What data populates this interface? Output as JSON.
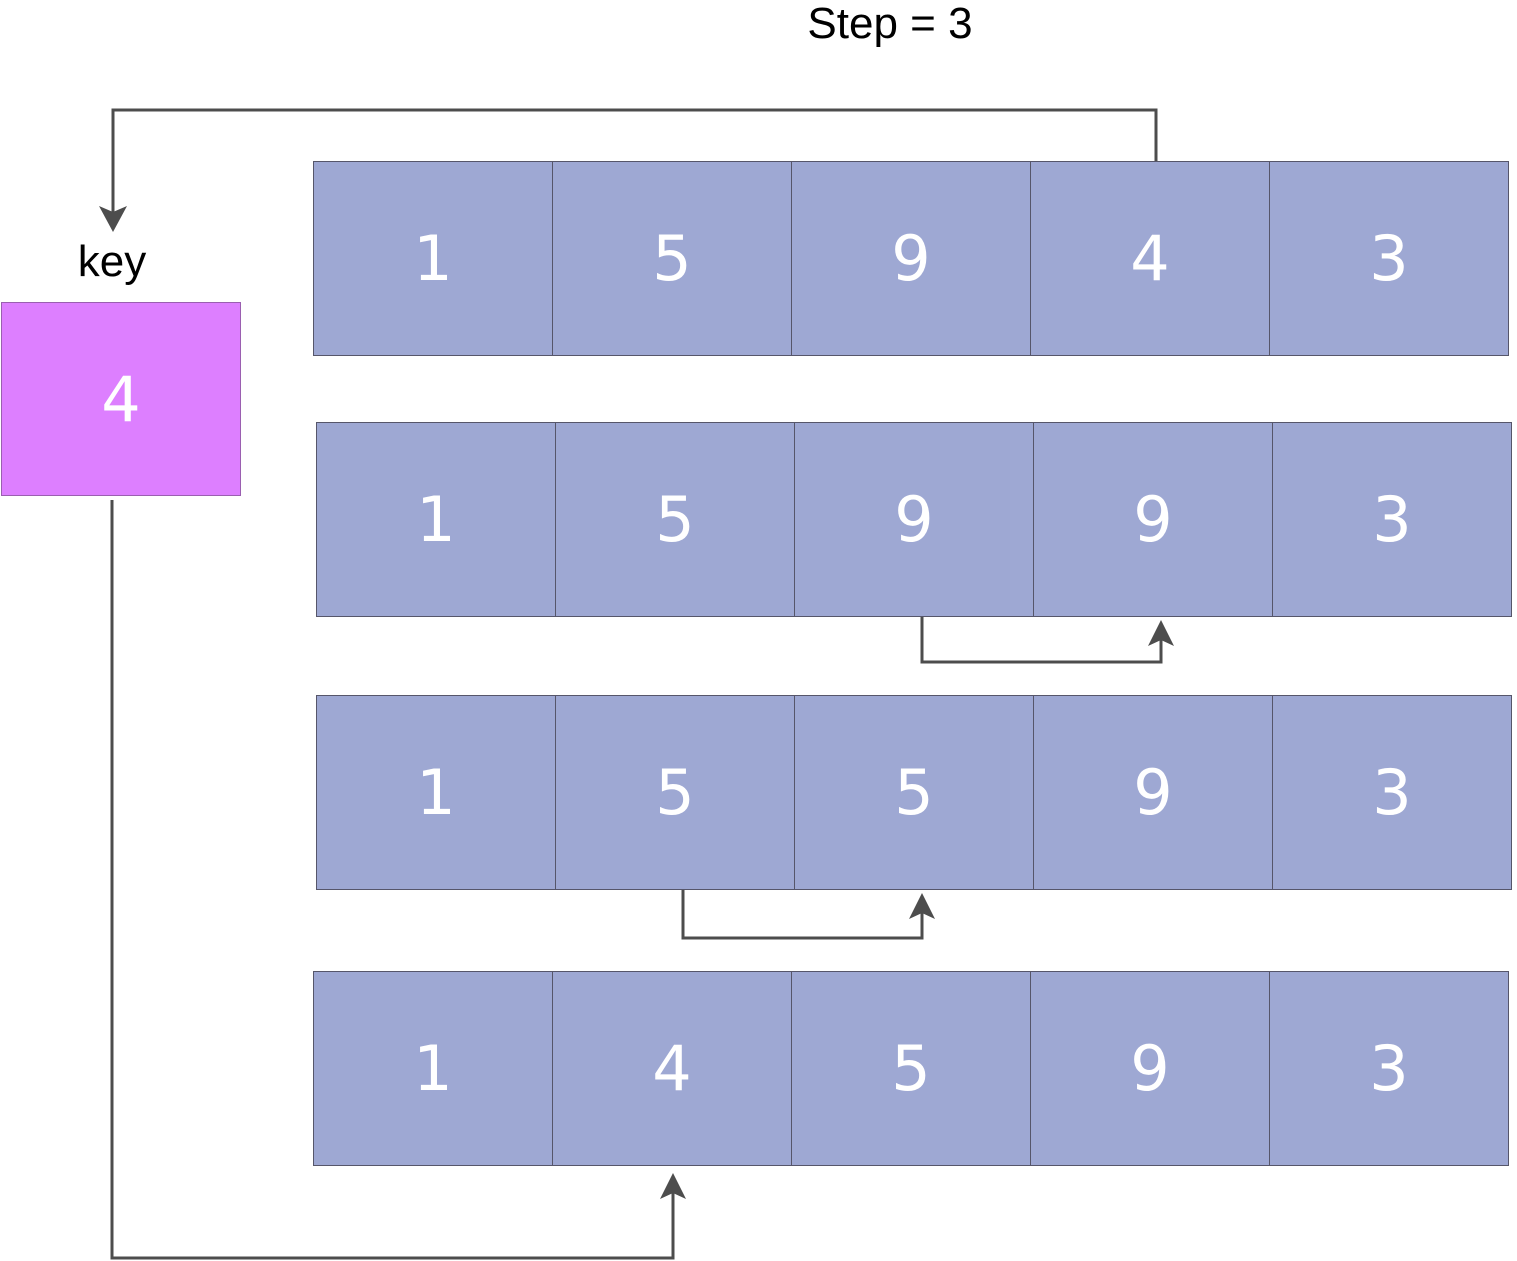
{
  "title": "Step = 3",
  "key": {
    "label": "key",
    "value": "4"
  },
  "rows": [
    {
      "cells": [
        "1",
        "5",
        "9",
        "4",
        "3"
      ]
    },
    {
      "cells": [
        "1",
        "5",
        "9",
        "9",
        "3"
      ]
    },
    {
      "cells": [
        "1",
        "5",
        "5",
        "9",
        "3"
      ]
    },
    {
      "cells": [
        "1",
        "4",
        "5",
        "9",
        "3"
      ]
    }
  ],
  "colors": {
    "cell_fill": "#9ea8d3",
    "cell_border": "#56566a",
    "key_fill": "#dd7fff",
    "arrow": "#4d4d4d",
    "text_on_cell": "#ffffff"
  }
}
